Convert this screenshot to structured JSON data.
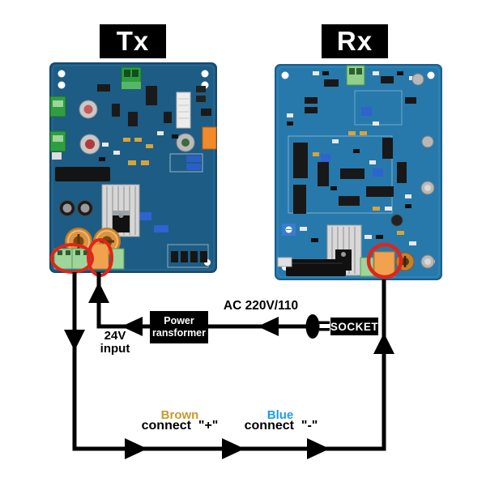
{
  "boards": {
    "tx_label": "Tx",
    "rx_label": "Rx"
  },
  "power": {
    "transformer_line1": "Power",
    "transformer_line2": "ransformer",
    "ac_label": "AC 220V/110",
    "socket_label": "SOCKET",
    "dc_line1": "24V",
    "dc_line2": "input"
  },
  "wire_notes": {
    "brown_word": "Brown",
    "brown_text": "connect  \"+\"",
    "blue_word": "Blue",
    "blue_text": "connect  \"-\""
  },
  "icons": {
    "plug_icon": "ac-plug",
    "highlight_rings": "red-terminal-highlight"
  },
  "colors": {
    "brown_word": "#c79a2e",
    "blue_word": "#1e9aef",
    "wire": "#000000",
    "highlight_ring": "#e0251b",
    "label_bg": "#000000",
    "label_text": "#ffffff",
    "tx_board": "#1d5c84",
    "rx_board": "#2779ab"
  }
}
